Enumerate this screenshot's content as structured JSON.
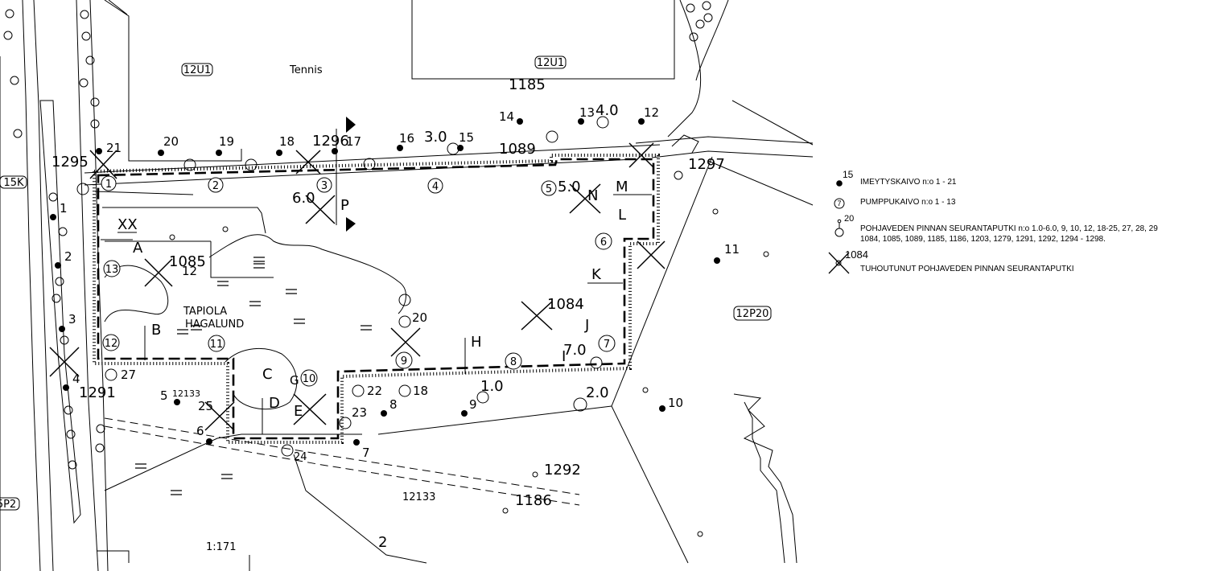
{
  "map": {
    "area_label_1": "TAPIOLA",
    "area_label_2": "HAGALUND",
    "tennis_label": "Tennis",
    "zone_codes": {
      "z12u1_a": "12U1",
      "z12u1_b": "12U1",
      "z15k": "15K",
      "z12p20": "12P20",
      "z5p2": "5P2"
    },
    "plot_labels": {
      "p12133_a": "12133",
      "p12133_b": "12133",
      "scale_text": "1:171",
      "block_2": "2"
    },
    "section_letters": [
      "XX",
      "A",
      "B",
      "C",
      "D",
      "E",
      "G",
      "H",
      "I",
      "J",
      "K",
      "L",
      "M",
      "N",
      "P"
    ],
    "wells": {
      "absorption": [
        "21",
        "20",
        "19",
        "18",
        "17",
        "16",
        "15",
        "14",
        "13",
        "12",
        "11",
        "10",
        "9",
        "8",
        "7",
        "6",
        "5",
        "4",
        "3",
        "2",
        "1"
      ],
      "pump": [
        "1",
        "2",
        "3",
        "4",
        "5",
        "6",
        "7",
        "8",
        "9",
        "10",
        "11",
        "12",
        "13"
      ],
      "monitoring": [
        "1.0",
        "2.0",
        "3.0",
        "4.0",
        "5.0",
        "6.0",
        "7.0",
        "1085",
        "1084",
        "1089",
        "1185",
        "1186",
        "1291",
        "1292",
        "1295",
        "1296",
        "1297",
        "27",
        "25",
        "24",
        "23",
        "22",
        "20",
        "18",
        "12"
      ]
    }
  },
  "legend": {
    "absorption_label": "IMEYTYSKAIVO n:o 1 - 21",
    "absorption_num": "15",
    "pump_label": "PUMPPUKAIVO n:o 1 - 13",
    "pump_num": "7",
    "monitor_label_1": "POHJAVEDEN PINNAN SEURANTAPUTKI n:o 1.0-6.0, 9, 10, 12, 18-25, 27, 28, 29",
    "monitor_label_2": "1084, 1085, 1089, 1185, 1186, 1203,  1279,  1291, 1292, 1294 - 1298.",
    "monitor_num": "20",
    "destroyed_label": "TUHOUTUNUT POHJAVEDEN PINNAN SEURANTAPUTKI",
    "destroyed_num": "1084"
  }
}
